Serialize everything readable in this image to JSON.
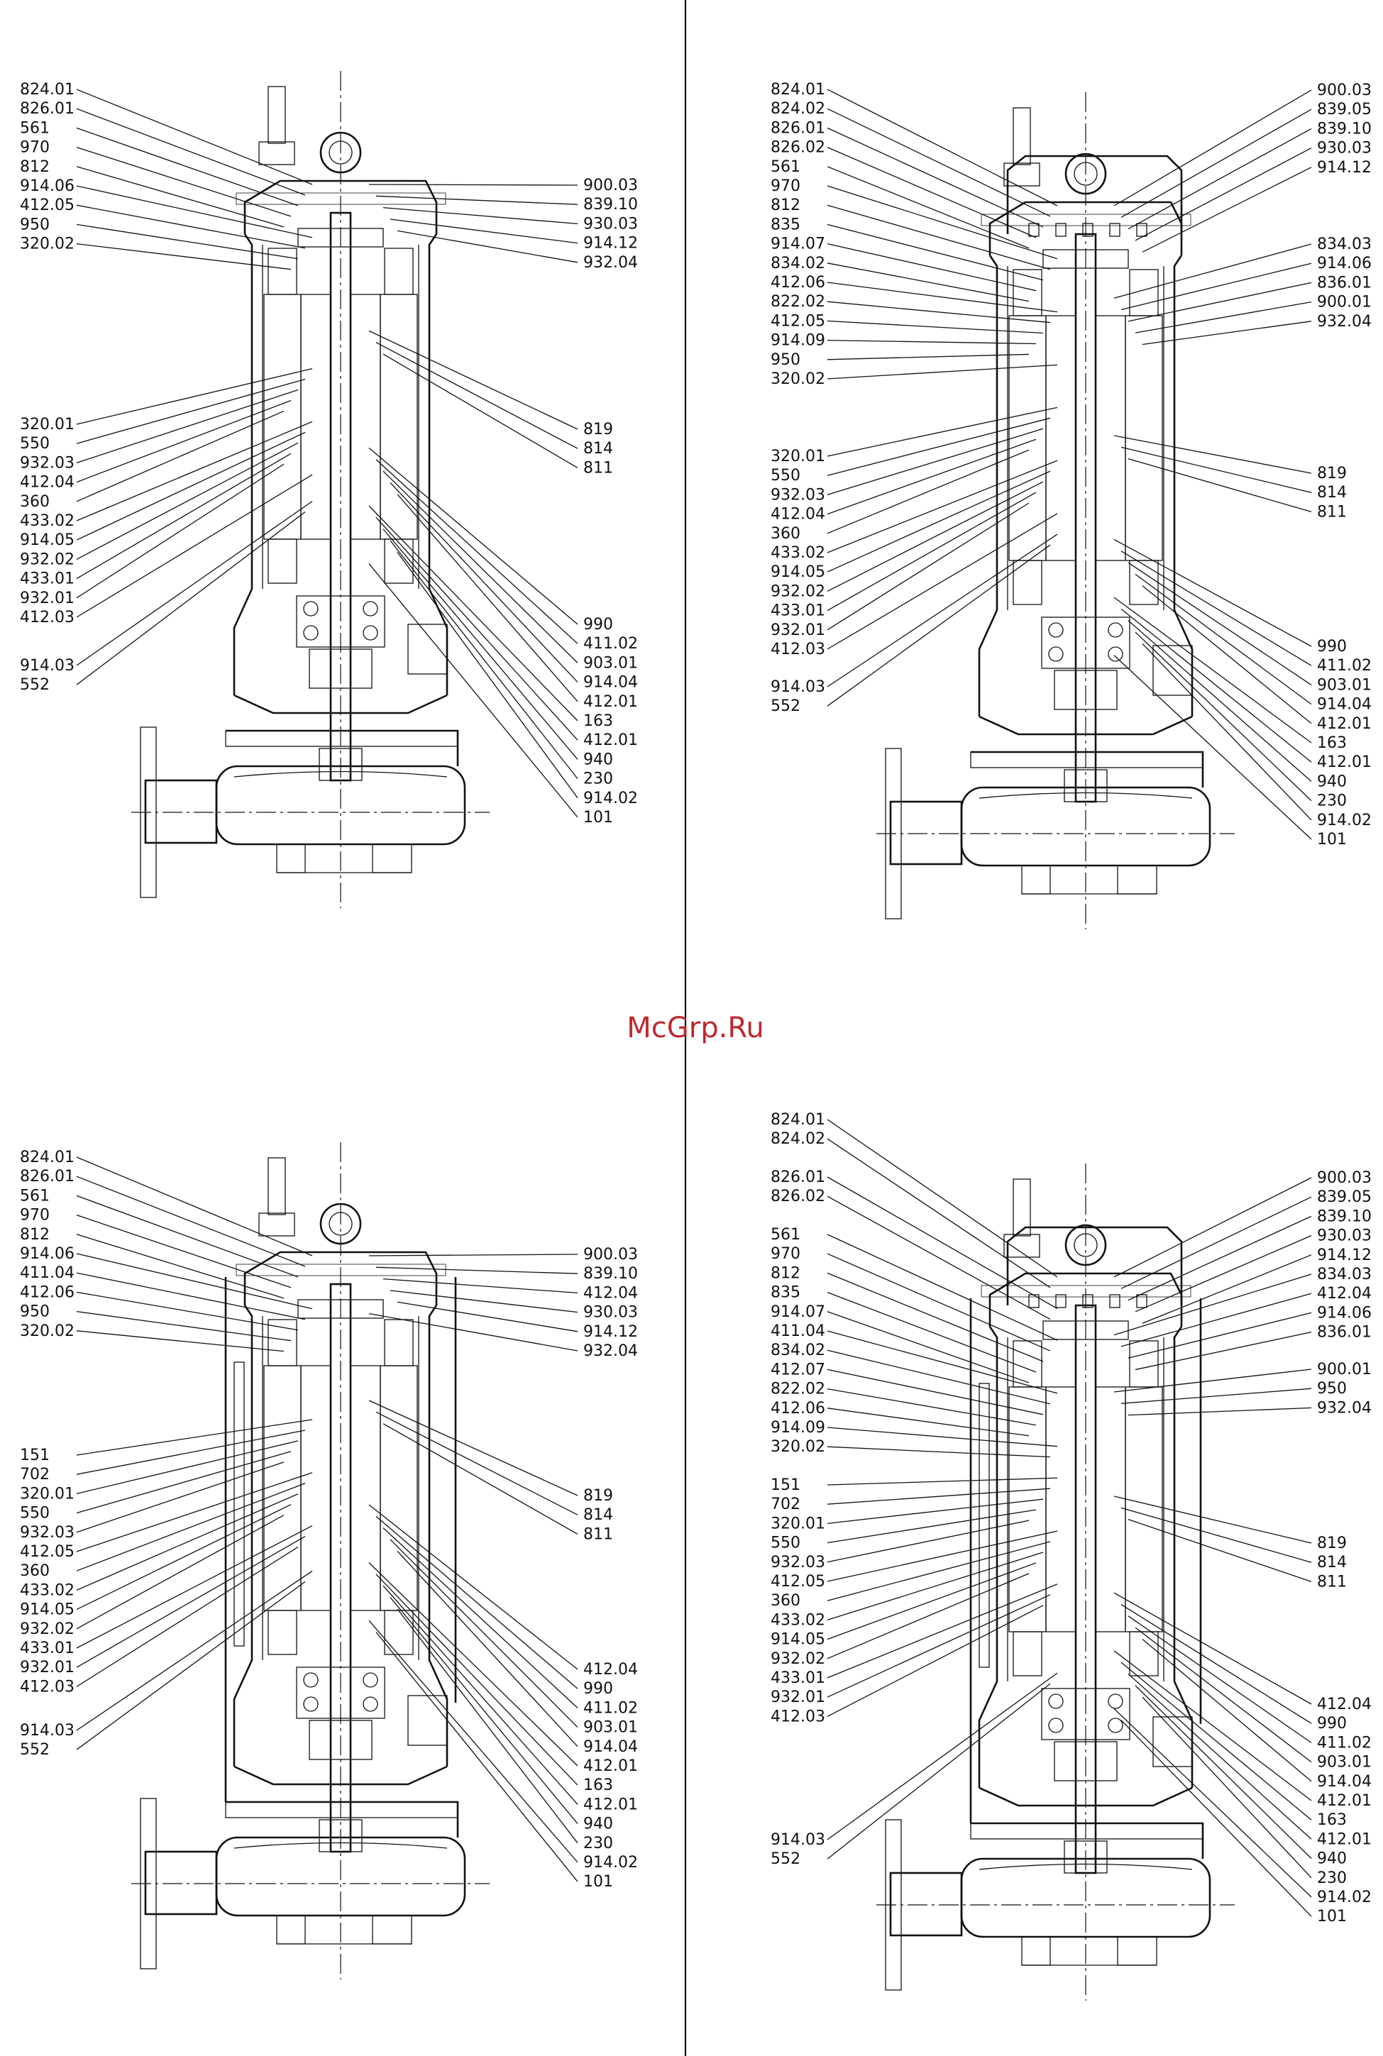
{
  "watermark": "McGrp.Ru",
  "panels": [
    {
      "id": "top-left",
      "variant": "standard",
      "left_labels": [
        [
          "824.01",
          "826.01",
          "561",
          "970",
          "812",
          "914.06",
          "412.05",
          "950",
          "320.02"
        ],
        [
          "320.01",
          "550",
          "932.03",
          "412.04",
          "360",
          "433.02",
          "914.05",
          "932.02",
          "433.01",
          "932.01",
          "412.03"
        ],
        [
          "914.03",
          "552"
        ]
      ],
      "right_labels": [
        [
          "900.03",
          "839.10",
          "930.03",
          "914.12",
          "932.04"
        ],
        [
          "819",
          "814",
          "811"
        ],
        [
          "990",
          "411.02",
          "903.01",
          "914.04",
          "412.01",
          "163",
          "412.01",
          "940",
          "230",
          "914.02",
          "101"
        ]
      ]
    },
    {
      "id": "top-right",
      "variant": "terminal-box",
      "left_labels": [
        [
          "824.01",
          "824.02",
          "826.01",
          "826.02",
          "561",
          "970",
          "812",
          "835",
          "914.07",
          "834.02",
          "412.06",
          "822.02",
          "412.05",
          "914.09",
          "950",
          "320.02"
        ],
        [
          "320.01",
          "550",
          "932.03",
          "412.04",
          "360",
          "433.02",
          "914.05",
          "932.02",
          "433.01",
          "932.01",
          "412.03"
        ],
        [
          "914.03",
          "552"
        ]
      ],
      "right_labels": [
        [
          "900.03",
          "839.05",
          "839.10",
          "930.03",
          "914.12"
        ],
        [
          "834.03",
          "914.06",
          "836.01",
          "900.01",
          "932.04"
        ],
        [
          "819",
          "814",
          "811"
        ],
        [
          "990",
          "411.02",
          "903.01",
          "914.04",
          "412.01",
          "163",
          "412.01",
          "940",
          "230",
          "914.02",
          "101"
        ]
      ]
    },
    {
      "id": "bottom-left",
      "variant": "cooling-jacket",
      "left_labels": [
        [
          "824.01",
          "826.01",
          "561",
          "970",
          "812",
          "914.06",
          "411.04",
          "412.06",
          "950",
          "320.02"
        ],
        [
          "151",
          "702",
          "320.01",
          "550",
          "932.03",
          "412.05",
          "360",
          "433.02",
          "914.05",
          "932.02",
          "433.01",
          "932.01",
          "412.03"
        ],
        [
          "914.03",
          "552"
        ]
      ],
      "right_labels": [
        [
          "900.03",
          "839.10",
          "412.04",
          "930.03",
          "914.12",
          "932.04"
        ],
        [
          "819",
          "814",
          "811"
        ],
        [
          "412.04",
          "990",
          "411.02",
          "903.01",
          "914.04",
          "412.01",
          "163",
          "412.01",
          "940",
          "230",
          "914.02",
          "101"
        ]
      ]
    },
    {
      "id": "bottom-right",
      "variant": "terminal-box-jacket",
      "left_labels": [
        [
          "824.01",
          "824.02"
        ],
        [
          "826.01",
          "826.02"
        ],
        [
          "561",
          "970",
          "812",
          "835",
          "914.07",
          "411.04",
          "834.02",
          "412.07",
          "822.02",
          "412.06",
          "914.09",
          "320.02"
        ],
        [
          "151",
          "702",
          "320.01",
          "550",
          "932.03",
          "412.05",
          "360",
          "433.02",
          "914.05",
          "932.02",
          "433.01",
          "932.01",
          "412.03"
        ],
        [
          "914.03",
          "552"
        ]
      ],
      "right_labels": [
        [
          "900.03",
          "839.05",
          "839.10",
          "930.03",
          "914.12",
          "834.03",
          "412.04",
          "914.06",
          "836.01"
        ],
        [
          "900.01",
          "950",
          "932.04"
        ],
        [
          "819",
          "814",
          "811"
        ],
        [
          "412.04",
          "990",
          "411.02",
          "903.01",
          "914.04",
          "412.01",
          "163",
          "412.01",
          "940",
          "230",
          "914.02",
          "101"
        ]
      ]
    }
  ]
}
